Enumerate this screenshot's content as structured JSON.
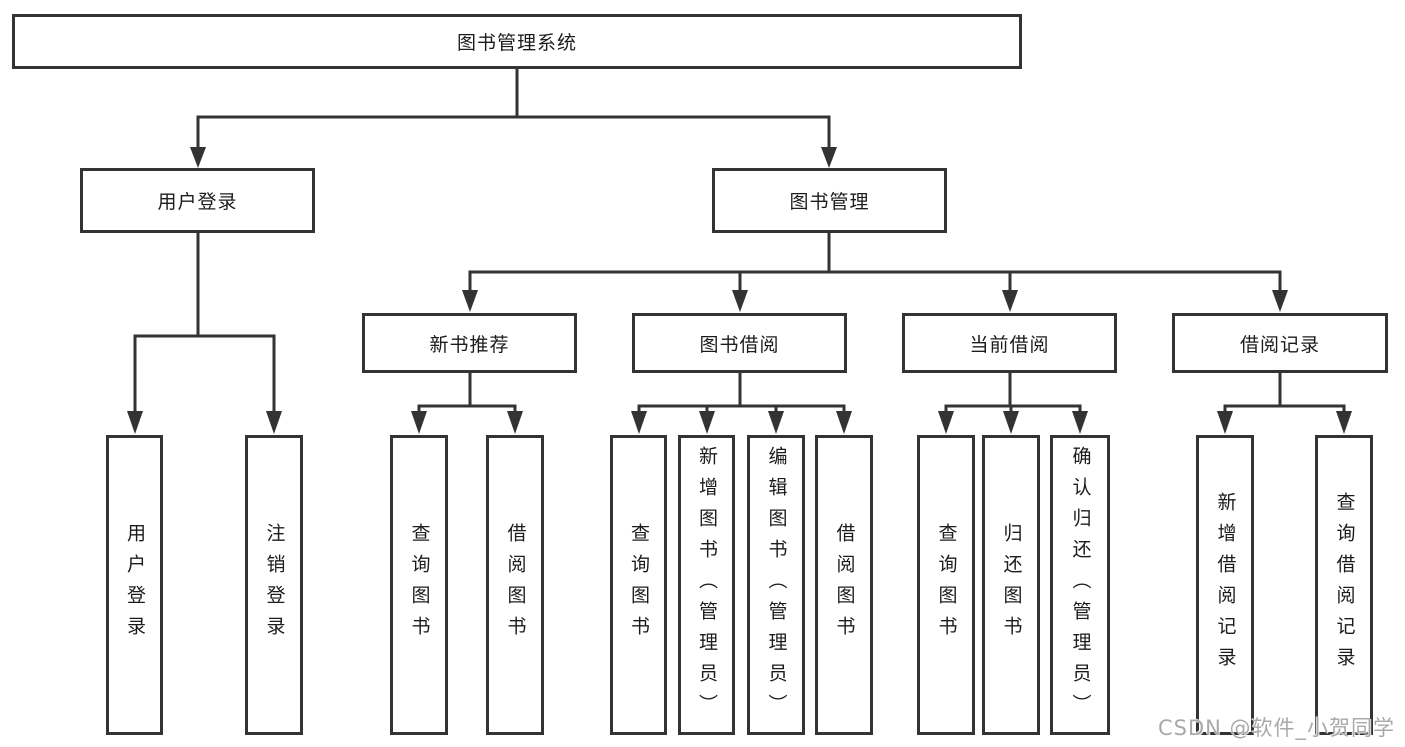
{
  "tree": {
    "root": {
      "label": "图书管理系统"
    },
    "children": [
      {
        "label": "用户登录",
        "children": [
          {
            "label": "用户登录"
          },
          {
            "label": "注销登录"
          }
        ]
      },
      {
        "label": "图书管理",
        "children": [
          {
            "label": "新书推荐",
            "children": [
              {
                "label": "查询图书"
              },
              {
                "label": "借阅图书"
              }
            ]
          },
          {
            "label": "图书借阅",
            "children": [
              {
                "label": "查询图书"
              },
              {
                "label": "新增图书（管理员）"
              },
              {
                "label": "编辑图书（管理员）"
              },
              {
                "label": "借阅图书"
              }
            ]
          },
          {
            "label": "当前借阅",
            "children": [
              {
                "label": "查询图书"
              },
              {
                "label": "归还图书"
              },
              {
                "label": "确认归还（管理员）"
              }
            ]
          },
          {
            "label": "借阅记录",
            "children": [
              {
                "label": "新增借阅记录"
              },
              {
                "label": "查询借阅记录"
              }
            ]
          }
        ]
      }
    ]
  },
  "watermark": {
    "text": "CSDN @软件_小贺同学"
  },
  "colors": {
    "line": "#333333",
    "text": "#1c1c1c",
    "watermark": "#a9a9a9",
    "background": "#ffffff"
  }
}
